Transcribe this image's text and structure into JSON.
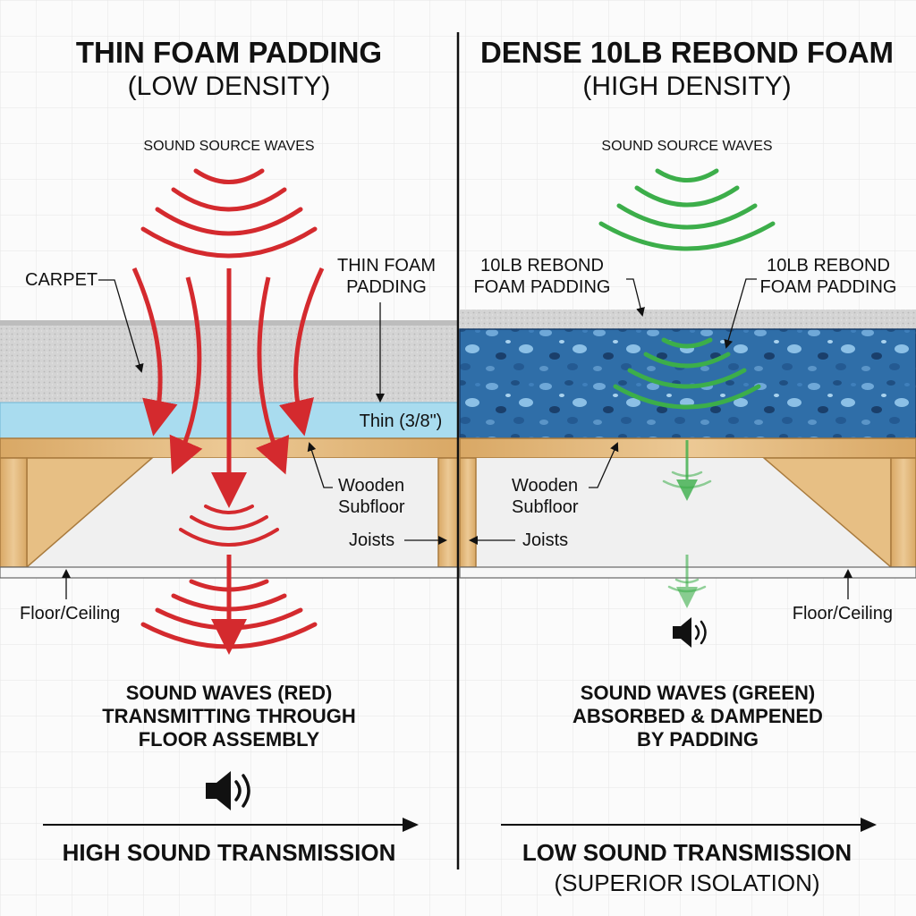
{
  "left_panel": {
    "title": "THIN FOAM PADDING",
    "subtitle": "(LOW DENSITY)",
    "source_label": "SOUND SOURCE WAVES",
    "carpet_label": "CARPET",
    "padding_label_line1": "THIN FOAM",
    "padding_label_line2": "PADDING",
    "thickness_label": "Thin (3/8\")",
    "subfloor_label_line1": "Wooden",
    "subfloor_label_line2": "Subfloor",
    "joists_label": "Joists",
    "ceiling_label": "Floor/Ceiling",
    "caption_line1": "SOUND WAVES (RED)",
    "caption_line2": "TRANSMITTING THROUGH",
    "caption_line3": "FLOOR ASSEMBLY",
    "result_label": "HIGH SOUND TRANSMISSION",
    "wave_color": "#d42a2e",
    "foam_color": "#a9dcef"
  },
  "right_panel": {
    "title": "DENSE 10LB REBOND FOAM",
    "subtitle": "(HIGH DENSITY)",
    "source_label": "SOUND SOURCE WAVES",
    "padding_label_a_line1": "10LB REBOND",
    "padding_label_a_line2": "FOAM PADDING",
    "padding_label_b_line1": "10LB REBOND",
    "padding_label_b_line2": "FOAM PADDING",
    "subfloor_label_line1": "Wooden",
    "subfloor_label_line2": "Subfloor",
    "joists_label": "Joists",
    "ceiling_label": "Floor/Ceiling",
    "caption_line1": "SOUND WAVES (GREEN)",
    "caption_line2": "ABSORBED & DAMPENED",
    "caption_line3": "BY PADDING",
    "result_label_line1": "LOW SOUND TRANSMISSION",
    "result_label_line2": "(SUPERIOR ISOLATION)",
    "wave_color": "#3cae4a",
    "foam_color": "#2f6ea8"
  },
  "icons": [
    "speaker-icon",
    "arrow-right-icon"
  ],
  "colors": {
    "wood": "#e7bf84",
    "carpet": "#cfcfcf",
    "divider": "#111111"
  }
}
